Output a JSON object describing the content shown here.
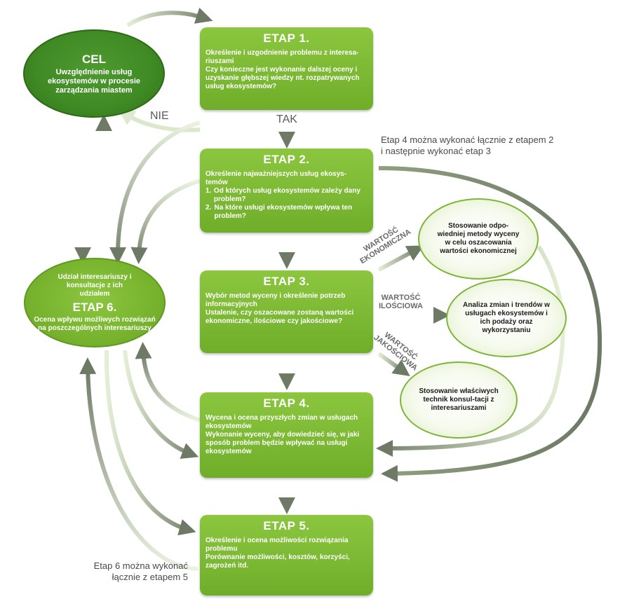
{
  "goal": {
    "title": "CEL",
    "text": "Uwzględnienie usług ekosystemów w procesie zarządzania miastem"
  },
  "stages": {
    "s1": {
      "title": "ETAP 1.",
      "lines": [
        "Określenie i uzgodnienie problemu z interesa-riuszami",
        "Czy konieczne jest wykonanie dalszej oceny i uzyskanie głębszej wiedzy nt. rozpatrywanych usług ekosystemów?"
      ]
    },
    "s2": {
      "title": "ETAP 2.",
      "intro": "Określenie najważniejszych usług ekosys-temów",
      "items": [
        {
          "num": "1.",
          "text": "Od których usług ekosystemów zależy dany problem?"
        },
        {
          "num": "2.",
          "text": "Na które usługi ekosystemów wpływa ten problem?"
        }
      ]
    },
    "s3": {
      "title": "ETAP 3.",
      "lines": [
        "Wybór metod wyceny i określenie potrzeb informacyjnych",
        "Ustalenie, czy oszacowane zostaną wartości ekonomiczne, ilościowe czy jakościowe?"
      ]
    },
    "s4": {
      "title": "ETAP 4.",
      "lines": [
        "Wycena i ocena przyszłych zmian w usługach ekosystemów",
        "Wykonanie wyceny, aby dowiedzieć się, w jaki sposób problem będzie wpływać na usługi ekosystemów"
      ]
    },
    "s5": {
      "title": "ETAP 5.",
      "lines": [
        "Określenie i ocena możliwości rozwiązania problemu",
        "Porównanie możliwości, kosztów, korzyści, zagrożeń itd."
      ]
    },
    "s6": {
      "top": "Udział interesariuszy i konsultacje z ich udziałem",
      "title": "ETAP 6.",
      "bottom": "Ocena wpływu możliwych rozwiązań na poszczególnych interesariuszy"
    }
  },
  "methods": {
    "economic": "Stosowanie odpo-wiedniej metody wyceny w celu oszacowania wartości ekonomicznej",
    "quantitative": "Analiza zmian i trendów w usługach ekosystemów i ich podaży oraz wykorzystaniu",
    "qualitative": "Stosowanie właściwych technik konsul-tacji z interesariuszami"
  },
  "value_labels": {
    "economic": [
      "WARTOŚĆ",
      "EKONOMICZNA"
    ],
    "quantitative": [
      "WARTOŚĆ",
      "ILOŚCIOWA"
    ],
    "qualitative": [
      "WARTOŚĆ",
      "JAKOŚCIOWA"
    ]
  },
  "decisions": {
    "no": "NIE",
    "yes": "TAK"
  },
  "notes": {
    "stage4": [
      "Etap 4 można wykonać łącznie z etapem 2",
      "i następnie wykonać etap 3"
    ],
    "stage6": [
      "Etap 6 można wykonać",
      "łącznie z etapem 5"
    ]
  },
  "colors": {
    "stage_green": "#7ab833",
    "goal_green": "#3f8a24",
    "arrow_gray": "#7a8570",
    "arrow_light": "#d5e4c4"
  }
}
